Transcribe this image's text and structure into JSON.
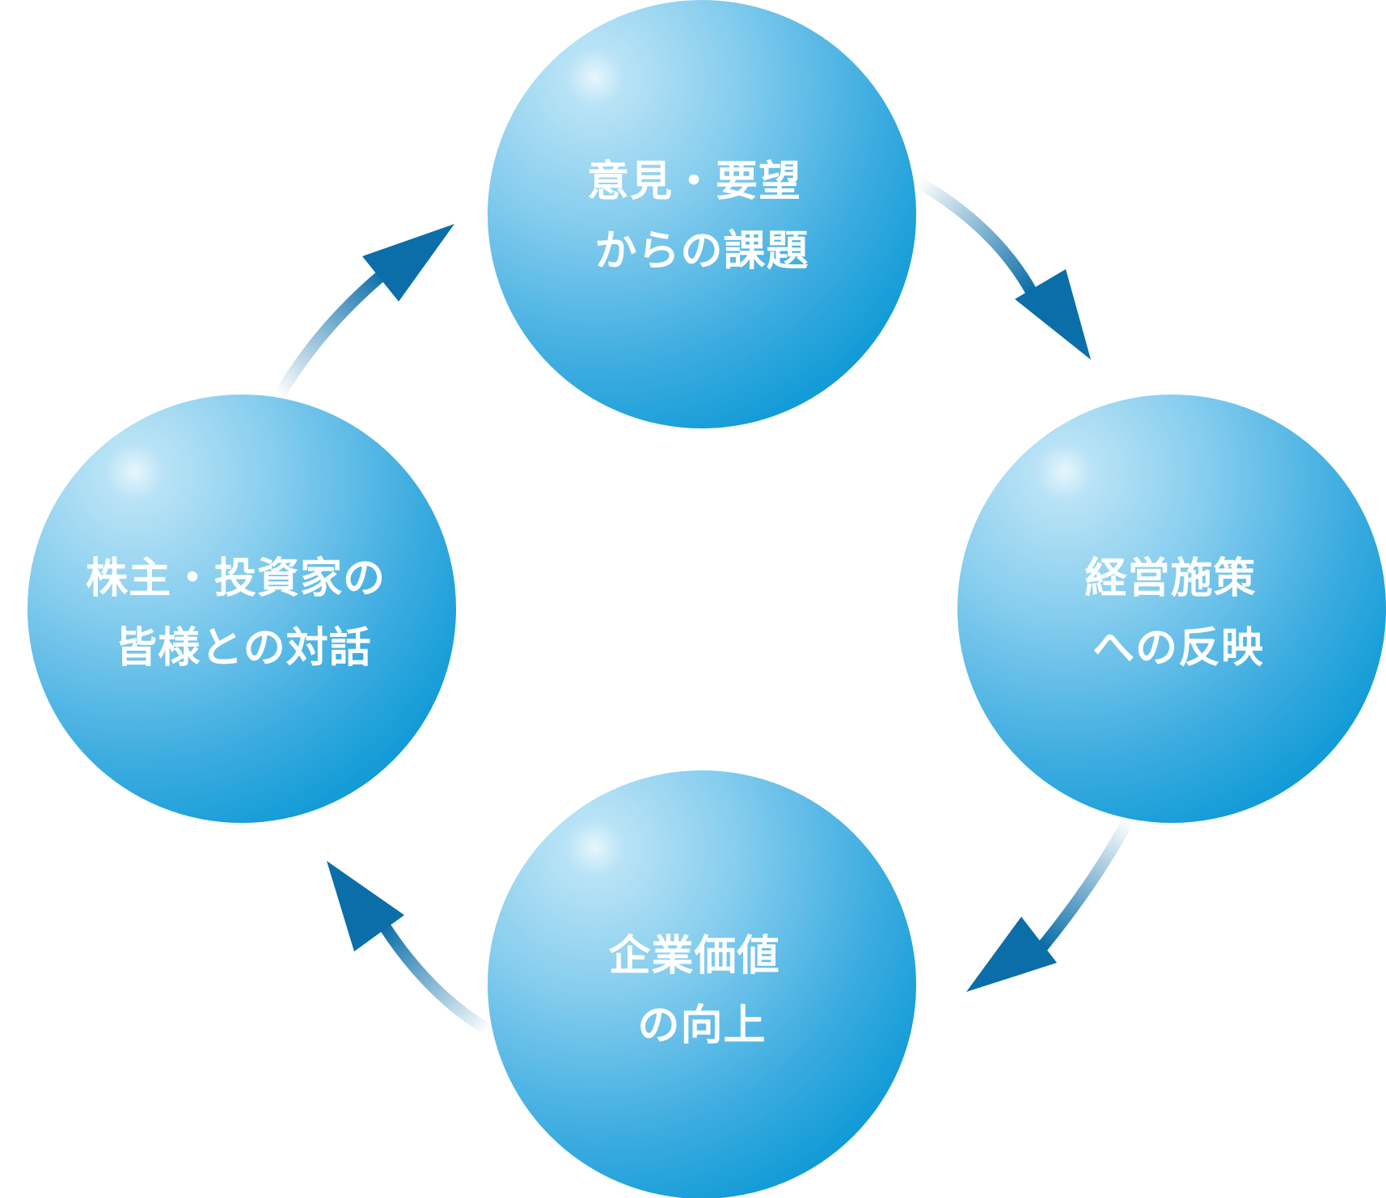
{
  "diagram": {
    "type": "cycle",
    "nodes": [
      {
        "id": "top",
        "lines": [
          "意見・要望",
          "からの課題"
        ]
      },
      {
        "id": "right",
        "lines": [
          "経営施策",
          "への反映"
        ]
      },
      {
        "id": "bottom",
        "lines": [
          "企業価値",
          "の向上"
        ]
      },
      {
        "id": "left",
        "lines": [
          "株主・投資家の",
          "皆様との対話"
        ]
      }
    ],
    "edges": [
      {
        "from": "top",
        "to": "right"
      },
      {
        "from": "right",
        "to": "bottom"
      },
      {
        "from": "bottom",
        "to": "left"
      },
      {
        "from": "left",
        "to": "top"
      }
    ],
    "colors": {
      "sphere_highlight": "#e3f4fc",
      "sphere_mid": "#7fcbec",
      "sphere_edge": "#0899d6",
      "arrow": "#0b6ea8",
      "text": "#ffffff"
    }
  }
}
